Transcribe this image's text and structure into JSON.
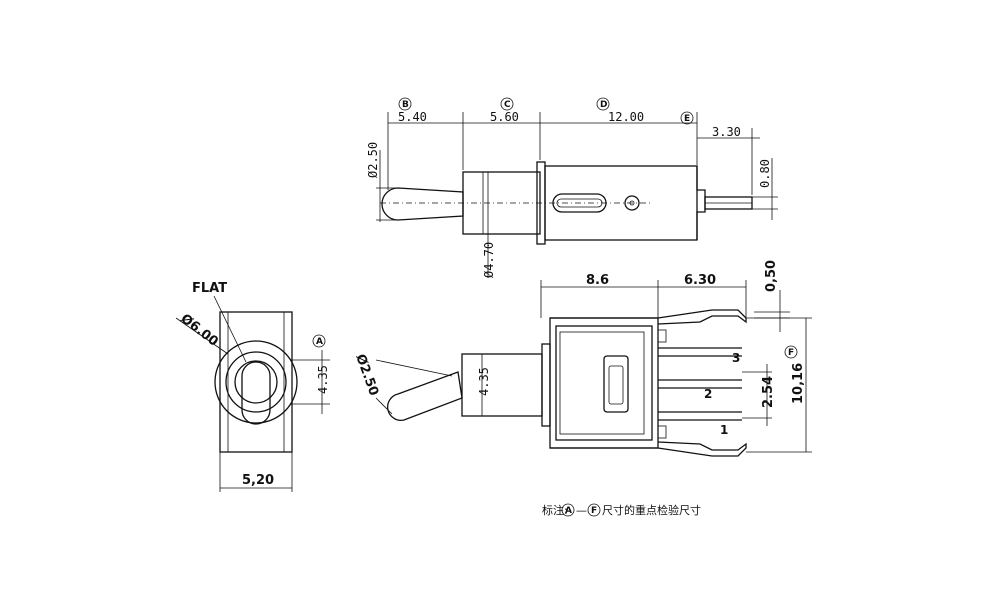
{
  "top_view": {
    "dims": {
      "b_len": "5.40",
      "c_len": "5.60",
      "d_len": "12.00",
      "e_len": "3.30",
      "pin_thk": "0.80",
      "lever_dia": "Ø2.50",
      "bush_dia": "Ø4.70"
    },
    "markers": {
      "b": "B",
      "c": "C",
      "d": "D",
      "e": "E"
    }
  },
  "front_view": {
    "flat_label": "FLAT",
    "dia": "Ø6.00",
    "height": "4.35",
    "width": "5,20",
    "marker_a": "A"
  },
  "side_view": {
    "lever_dia": "Ø2.50",
    "bush_h": "4.35",
    "len_a": "8.6",
    "len_b": "6.30",
    "pin_thk": "0,50",
    "pitch": "2.54",
    "total_h": "10,16",
    "marker_f": "F",
    "pins": [
      "3",
      "2",
      "1"
    ]
  },
  "note": {
    "prefix": "标注:",
    "from": "A",
    "dash": "—",
    "to": "F",
    "suffix": "尺寸的重点检验尺寸"
  }
}
